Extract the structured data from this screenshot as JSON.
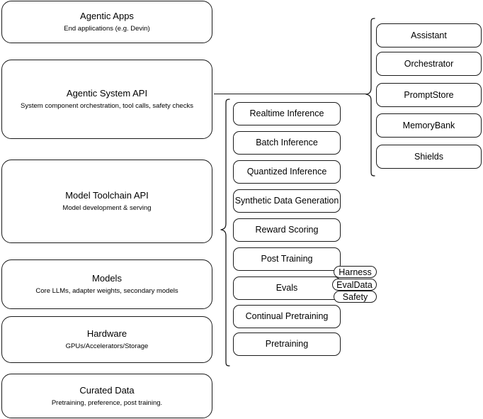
{
  "diagram": {
    "title": "AI Stack Architecture Diagram",
    "background_color": "#ffffff",
    "stroke_color": "#1a1a1a"
  },
  "left_stack": {
    "name": "platform-layers",
    "items": [
      {
        "id": "agentic-apps",
        "title": "Agentic Apps",
        "subtitle": "End applications (e.g. Devin)"
      },
      {
        "id": "agentic-system-api",
        "title": "Agentic System API",
        "subtitle": "System component orchestration, tool calls, safety checks"
      },
      {
        "id": "model-toolchain-api",
        "title": "Model Toolchain API",
        "subtitle": "Model development & serving"
      },
      {
        "id": "models",
        "title": "Models",
        "subtitle": "Core LLMs, adapter weights, secondary models"
      },
      {
        "id": "hardware",
        "title": "Hardware",
        "subtitle": "GPUs/Accelerators/Storage"
      },
      {
        "id": "curated-data",
        "title": "Curated Data",
        "subtitle": "Pretraining, preference, post training."
      }
    ]
  },
  "middle_column": {
    "name": "model-toolchain-capabilities",
    "items": [
      {
        "id": "realtime-inference",
        "label": "Realtime Inference"
      },
      {
        "id": "batch-inference",
        "label": "Batch Inference"
      },
      {
        "id": "quantized-inference",
        "label": "Quantized Inference"
      },
      {
        "id": "synthetic-data-generation",
        "label": "Synthetic Data Generation"
      },
      {
        "id": "reward-scoring",
        "label": "Reward Scoring"
      },
      {
        "id": "post-training",
        "label": "Post Training"
      },
      {
        "id": "evals",
        "label": "Evals"
      },
      {
        "id": "continual-pretraining",
        "label": "Continual Pretraining"
      },
      {
        "id": "pretraining",
        "label": "Pretraining"
      }
    ]
  },
  "eval_subcomponents": {
    "name": "evals-subcomponents",
    "items": [
      {
        "id": "harness",
        "label": "Harness"
      },
      {
        "id": "evaldata",
        "label": "EvalData"
      },
      {
        "id": "safety",
        "label": "Safety"
      }
    ]
  },
  "right_column": {
    "name": "agentic-system-components",
    "items": [
      {
        "id": "assistant",
        "label": "Assistant"
      },
      {
        "id": "orchestrator",
        "label": "Orchestrator"
      },
      {
        "id": "promptstore",
        "label": "PromptStore"
      },
      {
        "id": "memorybank",
        "label": "MemoryBank"
      },
      {
        "id": "shields",
        "label": "Shields"
      }
    ]
  }
}
